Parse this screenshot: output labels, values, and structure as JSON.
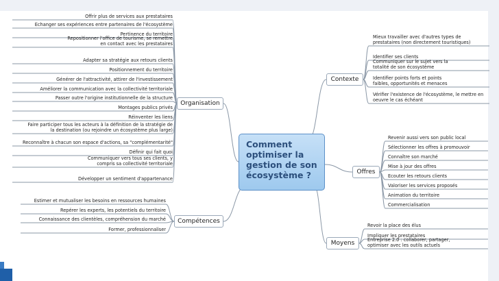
{
  "center": {
    "title": "Comment optimiser la gestion de son écosystème ?"
  },
  "branches": {
    "organisation": {
      "label": "Organisation",
      "items": [
        "Offrir plus de services aux prestataires",
        "Echanger ses expériences entre partenaires de l'écosystème",
        "Pertinence du territoire",
        "Repositionner l'office de tourisme, se remettre\nen contact avec les prestataires",
        "Adapter sa stratégie aux retours clients",
        "Positionnement du territoire",
        "Générer de l'attractivité, attirer de l'investissement",
        "Améliorer la communication avec la collectivité territoriale",
        "Passer outre l'origine institutionnelle de la structure",
        "Montages publics privés",
        "Réinventer les liens",
        "Faire participer tous les acteurs à la définition de la stratégie de\nla destination (ou rejoindre un écosystème plus large)",
        "Reconnaître à chacun son espace d'actions, sa \"complémentarité\"",
        "Définir qui fait quoi",
        "Communiquer vers tous ses clients, y\ncompris sa collectivité territoriale",
        "Développer un sentiment d'appartenance"
      ]
    },
    "competences": {
      "label": "Compétences",
      "items": [
        "Estimer et mutualiser les besoins en ressources humaines",
        "Repérer les experts, les potentiels du territoire",
        "Connaissance des clientèles, compréhension du marché",
        "Former, professionnaliser"
      ]
    },
    "contexte": {
      "label": "Contexte",
      "items": [
        "Mieux travailler avec d'autres types de\nprestataires (non directement touristiques)",
        "Identifier ses clients",
        "Communiquer sur le sujet vers la\ntotalité de son écosystème",
        "Identifier points forts et points\nfaibles, opportunités et menaces",
        "Vérifier l'existence de l'écosystème, le mettre en\noeuvre le cas échéant"
      ]
    },
    "offres": {
      "label": "Offres",
      "items": [
        "Revenir aussi vers son public local",
        "Sélectionner les offres à promouvoir",
        "Connaître son marché",
        "Mise à jour des offres",
        "Ecouter les retours clients",
        "Valoriser les services proposés",
        "Animation du territoire",
        "Commercialisation"
      ]
    },
    "moyens": {
      "label": "Moyens",
      "items": [
        "Revoir la place des élus",
        "Impliquer les prestataires",
        "Entreprise 2.0 : collaborer, partager,\noptimiser avec les outils actuels"
      ]
    }
  },
  "colors": {
    "center_fill": "#b3d5f3",
    "center_text": "#2c4f7c",
    "line": "#8a97a6",
    "accent": "#1f5fa8"
  }
}
